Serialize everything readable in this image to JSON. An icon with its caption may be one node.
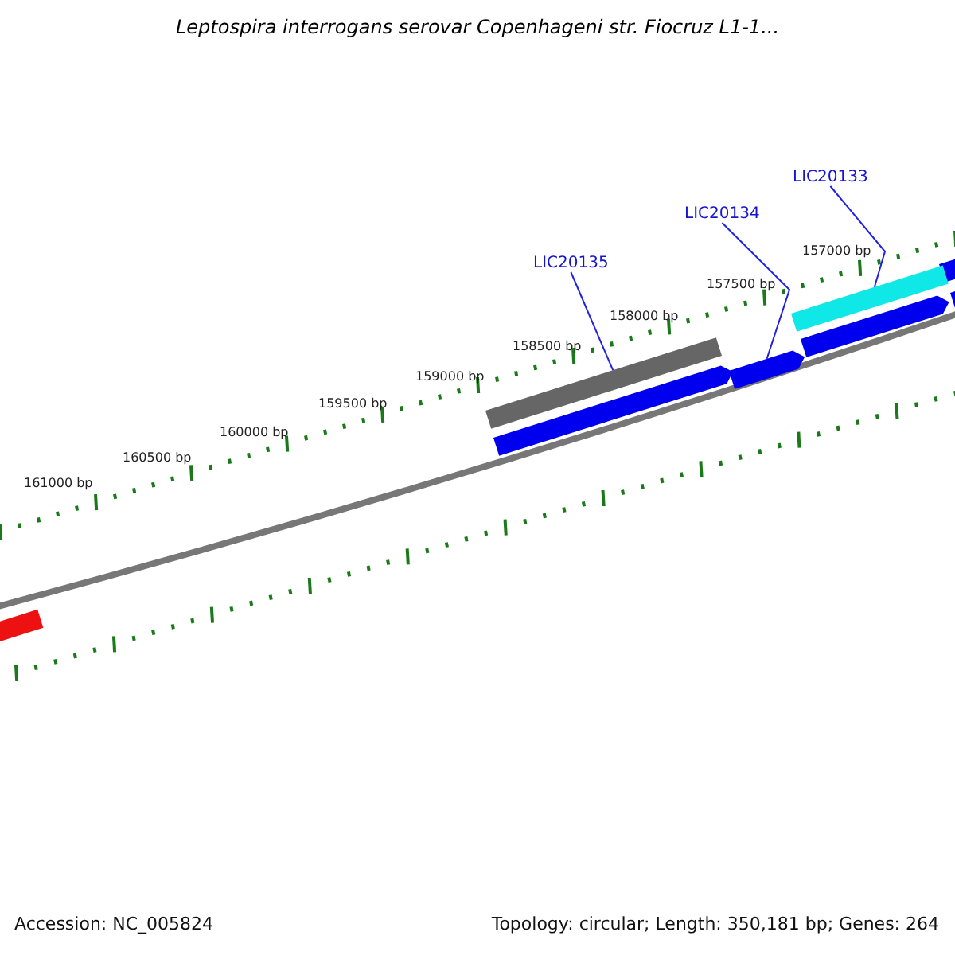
{
  "diagram": {
    "title": "Leptospira interrogans serovar Copenhageni str. Fiocruz L1-1...",
    "nodes": [
      {
        "text": [
          "LIC20133"
        ]
      },
      {
        "text": [
          "LIC20134"
        ]
      },
      {
        "text": [
          "LIC20135"
        ]
      },
      {
        "text": [],
        "shape": "bar"
      },
      {
        "text": [],
        "shape": "bar"
      },
      {
        "text": [],
        "shape": "bar"
      }
    ],
    "edges": [
      {
        "from": 0,
        "to": 3,
        "arrow": "none"
      },
      {
        "from": 1,
        "to": 4,
        "arrow": "none"
      },
      {
        "from": 2,
        "to": 5,
        "arrow": "none"
      }
    ],
    "labels": [
      "157000 bp",
      "157500 bp",
      "158000 bp",
      "158500 bp",
      "159000 bp",
      "159500 bp",
      "160000 bp",
      "160500 bp",
      "161000 bp",
      "Accession: NC_005824",
      "Topology: circular; Length: 350,181 bp; Genes: 264"
    ]
  }
}
